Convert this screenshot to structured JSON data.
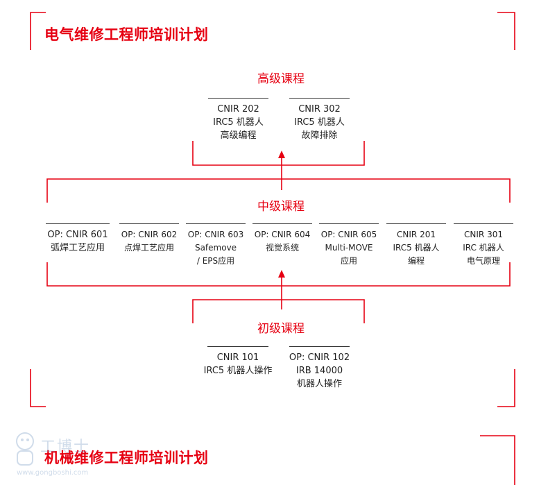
{
  "sections": {
    "electrical_title": "电气维修工程师培训计划",
    "mechanical_title": "机械维修工程师培训计划"
  },
  "levels": {
    "advanced": {
      "title": "高级课程",
      "courses": [
        {
          "lines": [
            "CNIR 202",
            "IRC5 机器人",
            "高级编程"
          ]
        },
        {
          "lines": [
            "CNIR 302",
            "IRC5 机器人",
            "故障排除"
          ]
        }
      ]
    },
    "intermediate": {
      "title": "中级课程",
      "courses": [
        {
          "lines": [
            "OP: CNIR 601",
            "弧焊工艺应用"
          ]
        },
        {
          "lines": [
            "OP: CNIR 602",
            "点焊工艺应用"
          ]
        },
        {
          "lines": [
            "OP: CNIR 603",
            "Safemove",
            "/ EPS应用"
          ]
        },
        {
          "lines": [
            "OP: CNIR 604",
            "视觉系统"
          ]
        },
        {
          "lines": [
            "OP: CNIR 605",
            "Multi-MOVE",
            "应用"
          ]
        },
        {
          "lines": [
            "CNIR 201",
            "IRC5 机器人",
            "编程"
          ]
        },
        {
          "lines": [
            "CNIR 301",
            "IRC 机器人",
            "电气原理"
          ]
        }
      ]
    },
    "basic": {
      "title": "初级课程",
      "courses": [
        {
          "lines": [
            "CNIR 101",
            "IRC5 机器人操作"
          ]
        },
        {
          "lines": [
            "OP: CNIR 102",
            "IRB 14000",
            "机器人操作"
          ]
        }
      ]
    }
  },
  "watermark": {
    "text": "工博士",
    "url": "www.gongboshi.com"
  },
  "colors": {
    "accent": "#e60012",
    "text": "#222222",
    "rule": "#333333"
  }
}
